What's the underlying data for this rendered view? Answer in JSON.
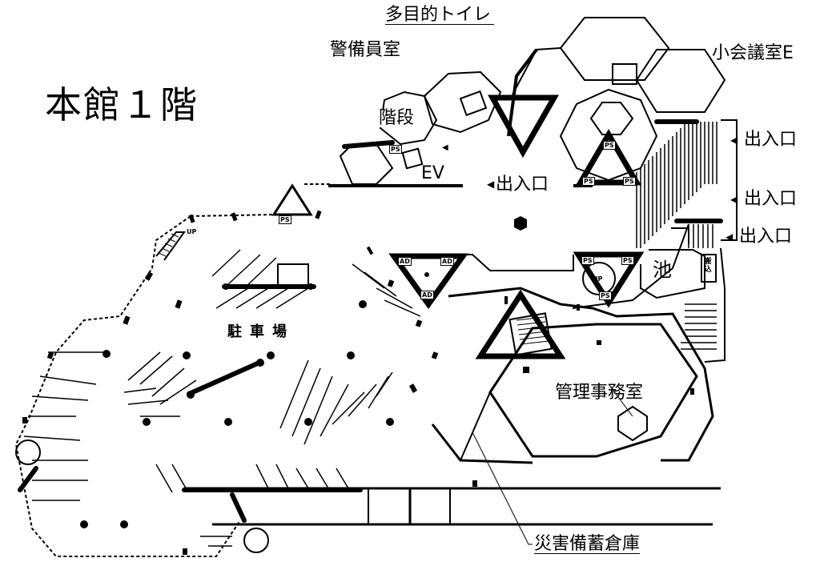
{
  "title": "本館１階",
  "labels": {
    "multi_toilet": "多目的トイレ",
    "guard_room": "警備員室",
    "small_meeting_e": "小会議室E",
    "stairs": "階段",
    "ev": "EV",
    "entrance": "出入口",
    "parking": "駐車場",
    "pond": "池",
    "loading": "搬込",
    "management_office": "管理事務室",
    "disaster_storage": "災害備蓄倉庫"
  },
  "markers": {
    "ps": "PS",
    "ad": "AD",
    "up": "UP"
  }
}
